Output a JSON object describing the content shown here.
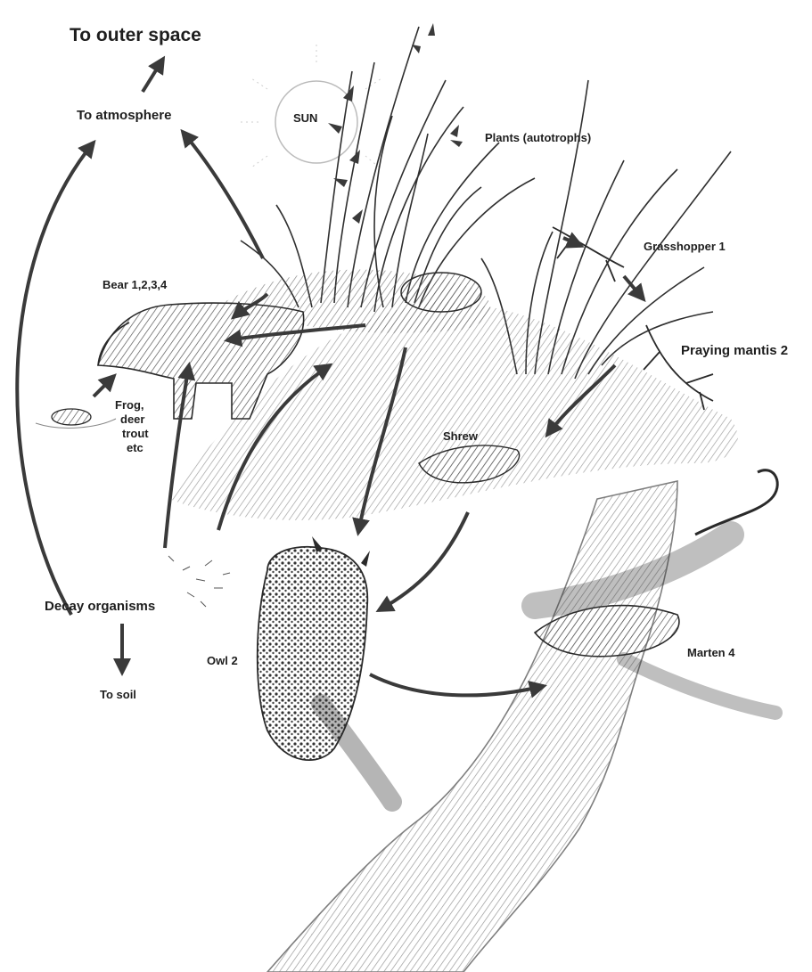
{
  "diagram": {
    "labels": {
      "outer_space": "To outer space",
      "atmosphere": "To atmosphere",
      "sun": "SUN",
      "plants": "Plants (autotrophs)",
      "grasshopper": "Grasshopper 1",
      "bear": "Bear 1,2,3,4",
      "praying_mantis": "Praying mantis 2",
      "frog_line1": "Frog,",
      "frog_line2": "deer",
      "frog_line3": "trout",
      "frog_line4": "etc",
      "shrew": "Shrew",
      "decay": "Decay organisms",
      "owl": "Owl 2",
      "marten": "Marten 4",
      "soil": "To soil"
    },
    "ink_color": "#2a2a2a",
    "arrow_color": "#3a3a3a"
  }
}
